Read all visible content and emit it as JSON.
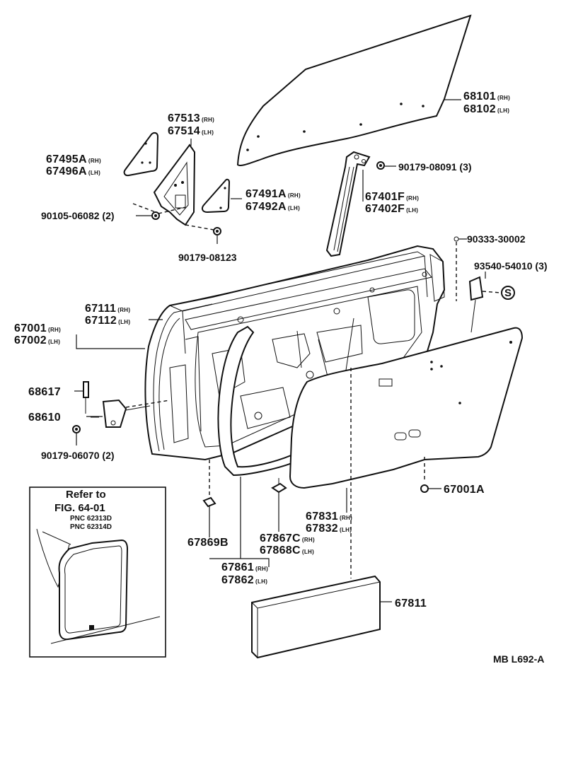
{
  "labels": {
    "p68101": "68101",
    "p68101_sfx": "(RH)",
    "p68102": "68102",
    "p68102_sfx": "(LH)",
    "p90179_08091": "90179-08091 (3)",
    "p67513": "67513",
    "p67513_sfx": "(RH)",
    "p67514": "67514",
    "p67514_sfx": "(LH)",
    "p67495A": "67495A",
    "p67495A_sfx": "(RH)",
    "p67496A": "67496A",
    "p67496A_sfx": "(LH)",
    "p67491A": "67491A",
    "p67491A_sfx": "(RH)",
    "p67492A": "67492A",
    "p67492A_sfx": "(LH)",
    "p67401F": "67401F",
    "p67401F_sfx": "(RH)",
    "p67402F": "67402F",
    "p67402F_sfx": "(LH)",
    "p90105_06082": "90105-06082 (2)",
    "p90179_08123": "90179-08123",
    "p90333_30002": "90333-30002",
    "p93540_54010": "93540-54010 (3)",
    "p67111": "67111",
    "p67111_sfx": "(RH)",
    "p67112": "67112",
    "p67112_sfx": "(LH)",
    "p67001": "67001",
    "p67001_sfx": "(RH)",
    "p67002": "67002",
    "p67002_sfx": "(LH)",
    "p68617": "68617",
    "p68610": "68610",
    "p90179_06070": "90179-06070 (2)",
    "p67001A": "67001A",
    "p67831": "67831",
    "p67831_sfx": "(RH)",
    "p67832": "67832",
    "p67832_sfx": "(LH)",
    "p67869B": "67869B",
    "p67867C": "67867C",
    "p67867C_sfx": "(RH)",
    "p67868C": "67868C",
    "p67868C_sfx": "(LH)",
    "p67861": "67861",
    "p67861_sfx": "(RH)",
    "p67862": "67862",
    "p67862_sfx": "(LH)",
    "p67811": "67811",
    "s_mark": "S",
    "diagram_code": "MB L692-A"
  },
  "inset": {
    "refer_to": "Refer to",
    "fig": "FIG. 64-01",
    "pnc1": "PNC 62313D",
    "pnc2": "PNC 62314D"
  }
}
